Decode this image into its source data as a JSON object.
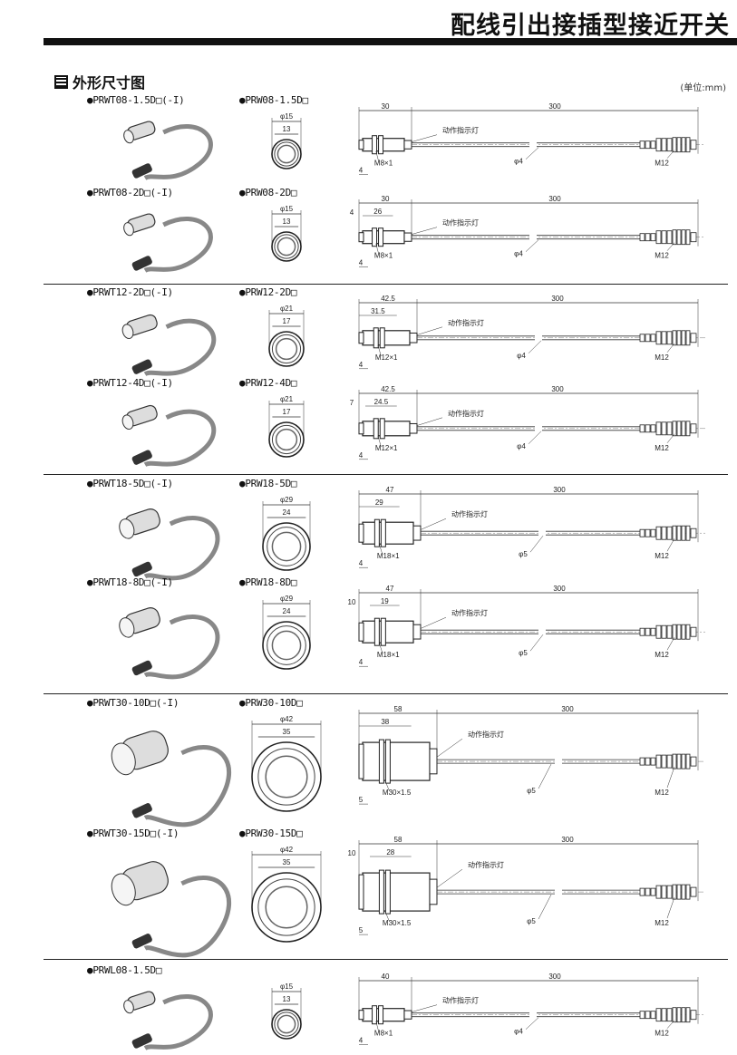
{
  "header": {
    "title": "配线引出接插型接近开关"
  },
  "section": {
    "title": "外形尺寸图",
    "unit": "(单位:mm)"
  },
  "indicator_label": "动作指示灯",
  "rows": [
    {
      "photo_model": "●PRWT08-1.5D□(-I)",
      "face_model": "●PRW08-1.5D□",
      "outer_dia": "φ15",
      "inner_dia": "13",
      "total_len": "30",
      "body_len": "",
      "front_gap": "",
      "cable_len": "300",
      "tip": "4",
      "thread": "M8×1",
      "cable_dia": "φ4",
      "connector": "M12"
    },
    {
      "photo_model": "●PRWT08-2D□(-I)",
      "face_model": "●PRW08-2D□",
      "outer_dia": "φ15",
      "inner_dia": "13",
      "total_len": "30",
      "body_len": "26",
      "front_gap": "4",
      "cable_len": "300",
      "tip": "4",
      "thread": "M8×1",
      "cable_dia": "φ4",
      "connector": "M12"
    },
    {
      "photo_model": "●PRWT12-2D□(-I)",
      "face_model": "●PRW12-2D□",
      "outer_dia": "φ21",
      "inner_dia": "17",
      "total_len": "42.5",
      "body_len": "31.5",
      "front_gap": "",
      "cable_len": "300",
      "tip": "4",
      "thread": "M12×1",
      "cable_dia": "φ4",
      "connector": "M12"
    },
    {
      "photo_model": "●PRWT12-4D□(-I)",
      "face_model": "●PRW12-4D□",
      "outer_dia": "φ21",
      "inner_dia": "17",
      "total_len": "42.5",
      "body_len": "24.5",
      "front_gap": "7",
      "cable_len": "300",
      "tip": "4",
      "thread": "M12×1",
      "cable_dia": "φ4",
      "connector": "M12"
    },
    {
      "photo_model": "●PRWT18-5D□(-I)",
      "face_model": "●PRW18-5D□",
      "outer_dia": "φ29",
      "inner_dia": "24",
      "total_len": "47",
      "body_len": "29",
      "front_gap": "",
      "cable_len": "300",
      "tip": "4",
      "thread": "M18×1",
      "cable_dia": "φ5",
      "connector": "M12"
    },
    {
      "photo_model": "●PRWT18-8D□(-I)",
      "face_model": "●PRW18-8D□",
      "outer_dia": "φ29",
      "inner_dia": "24",
      "total_len": "47",
      "body_len": "19",
      "front_gap": "10",
      "cable_len": "300",
      "tip": "4",
      "thread": "M18×1",
      "cable_dia": "φ5",
      "connector": "M12"
    },
    {
      "photo_model": "●PRWT30-10D□(-I)",
      "face_model": "●PRW30-10D□",
      "outer_dia": "φ42",
      "inner_dia": "35",
      "total_len": "58",
      "body_len": "38",
      "front_gap": "",
      "cable_len": "300",
      "tip": "5",
      "thread": "M30×1.5",
      "cable_dia": "φ5",
      "connector": "M12"
    },
    {
      "photo_model": "●PRWT30-15D□(-I)",
      "face_model": "●PRW30-15D□",
      "outer_dia": "φ42",
      "inner_dia": "35",
      "total_len": "58",
      "body_len": "28",
      "front_gap": "10",
      "cable_len": "300",
      "tip": "5",
      "thread": "M30×1.5",
      "cable_dia": "φ5",
      "connector": "M12"
    },
    {
      "photo_model": "●PRWL08-1.5D□",
      "face_model": "",
      "outer_dia": "φ15",
      "inner_dia": "13",
      "total_len": "40",
      "body_len": "",
      "front_gap": "",
      "cable_len": "300",
      "tip": "4",
      "thread": "M8×1",
      "cable_dia": "φ4",
      "connector": "M12"
    }
  ]
}
